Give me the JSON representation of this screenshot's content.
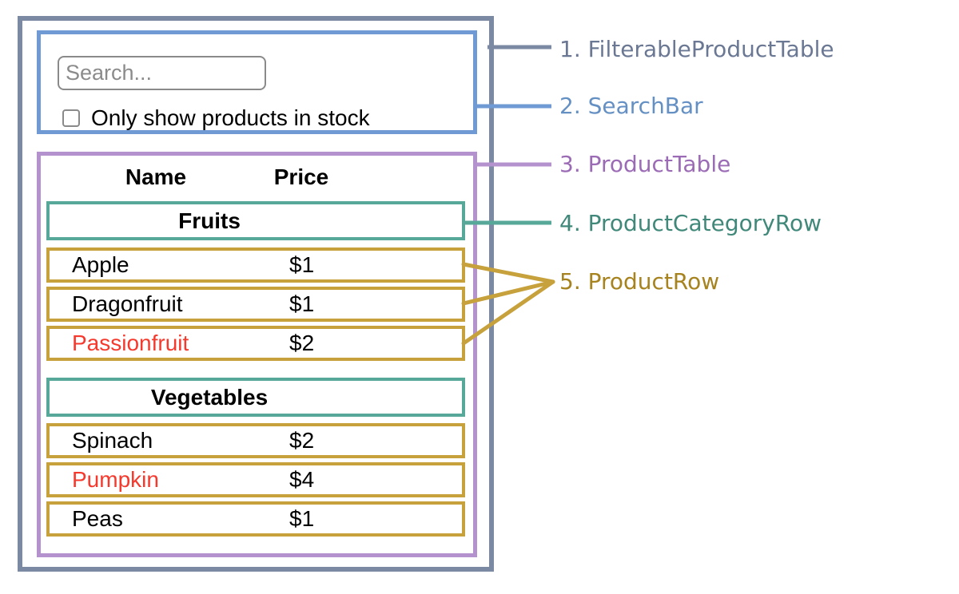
{
  "colors": {
    "slate": "#7b89a3",
    "blue": "#6f9ad3",
    "purple": "#b492ce",
    "teal": "#58a89a",
    "gold": "#c6a13c",
    "red": "#f5392d",
    "slate_text": "#6b7894",
    "blue_text": "#6590c4",
    "purple_text": "#9b6cb5",
    "teal_text": "#40887a",
    "gold_text": "#a6831e"
  },
  "search": {
    "placeholder": "Search...",
    "checkbox_label": "Only show products in stock",
    "checkbox_checked": false
  },
  "table": {
    "headers": {
      "name": "Name",
      "price": "Price"
    },
    "sections": [
      {
        "category": "Fruits",
        "rows": [
          {
            "name": "Apple",
            "price": "$1",
            "red_text": false
          },
          {
            "name": "Dragonfruit",
            "price": "$1",
            "red_text": false
          },
          {
            "name": "Passionfruit",
            "price": "$2",
            "red_text": true
          }
        ]
      },
      {
        "category": "Vegetables",
        "rows": [
          {
            "name": "Spinach",
            "price": "$2",
            "red_text": false
          },
          {
            "name": "Pumpkin",
            "price": "$4",
            "red_text": true
          },
          {
            "name": "Peas",
            "price": "$1",
            "red_text": false
          }
        ]
      }
    ]
  },
  "legend": [
    {
      "label": "1. FilterableProductTable"
    },
    {
      "label": "2. SearchBar"
    },
    {
      "label": "3. ProductTable"
    },
    {
      "label": "4. ProductCategoryRow"
    },
    {
      "label": "5. ProductRow"
    }
  ]
}
